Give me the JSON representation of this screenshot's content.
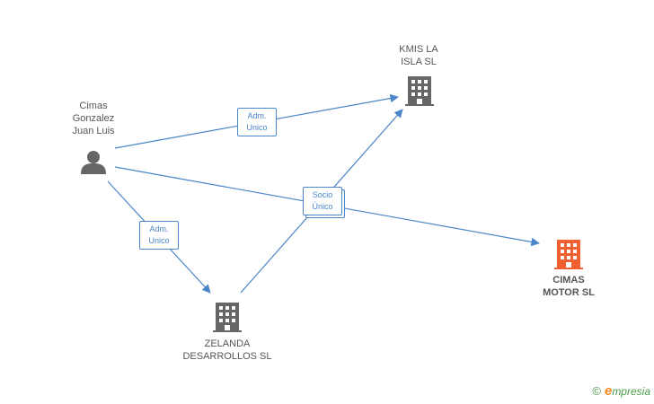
{
  "nodes": {
    "person": {
      "label": "Cimas\nGonzalez\nJuan Luis"
    },
    "kmis": {
      "label": "KMIS LA\nISLA SL"
    },
    "zelanda": {
      "label": "ZELANDA\nDESARROLLOS SL"
    },
    "cimas_motor": {
      "label": "CIMAS\nMOTOR SL"
    }
  },
  "edges": {
    "person_kmis": {
      "label": "Adm.\nUnico"
    },
    "person_zelanda": {
      "label": "Adm.\nUnico"
    },
    "zelanda_kmis": {
      "label": "Socio\nÚnico"
    }
  },
  "colors": {
    "edge": "#4a86c8",
    "node": "#666666",
    "focus": "#f06030"
  },
  "footer": {
    "copyright": "©",
    "brand_initial": "e",
    "brand_rest": "mpresia"
  }
}
